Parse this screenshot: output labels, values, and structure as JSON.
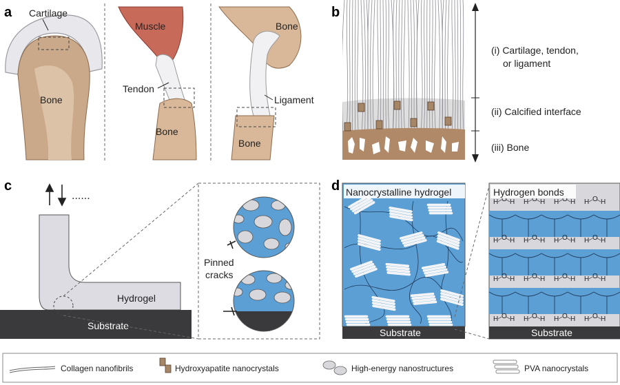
{
  "panels": {
    "a": {
      "letter": "a",
      "cartilage": "Cartilage",
      "bone1": "Bone",
      "muscle": "Muscle",
      "tendon": "Tendon",
      "bone2": "Bone",
      "bone3": "Bone",
      "ligament": "Ligament",
      "bone4": "Bone"
    },
    "b": {
      "letter": "b",
      "layer1_line1": "(i) Cartilage, tendon,",
      "layer1_line2": "or ligament",
      "layer2": "(ii) Calcified interface",
      "layer3": "(iii) Bone"
    },
    "c": {
      "letter": "c",
      "dots": "......",
      "pinned_line1": "Pinned",
      "pinned_line2": "cracks",
      "hydrogel": "Hydrogel",
      "substrate": "Substrate"
    },
    "d": {
      "letter": "d",
      "nano_label": "Nanocrystalline hydrogel",
      "hbond_label": "Hydrogen bonds",
      "substrate_left": "Substrate",
      "substrate_right": "Substrate",
      "h": "H",
      "o": "O"
    }
  },
  "legend": {
    "collagen": "Collagen nanofibrils",
    "hydroxyapatite": "Hydroxyapatite nanocrystals",
    "high_energy": "High-energy nanostructures",
    "pva": "PVA nanocrystals"
  },
  "colors": {
    "hydrogel_blue": "#5b9fd4",
    "gray_light": "#d8d8dc",
    "bone_tan": "#c9a98a",
    "bone_dark": "#a57f5e",
    "muscle": "#c86a5a",
    "substrate": "#3a3a3c"
  }
}
